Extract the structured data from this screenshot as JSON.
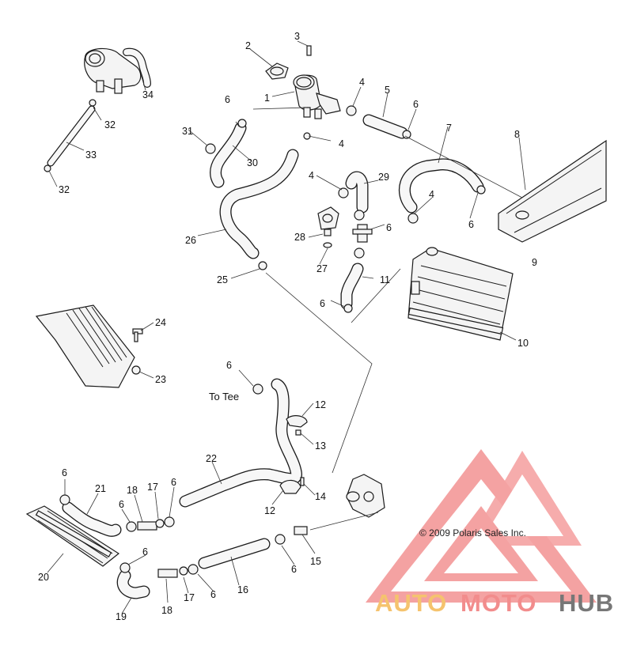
{
  "diagram": {
    "callouts": {
      "c1": "1",
      "c2": "2",
      "c3": "3",
      "c4a": "4",
      "c4b": "4",
      "c4c": "4",
      "c4d": "4",
      "c5": "5",
      "c6a": "6",
      "c6b": "6",
      "c6c": "6",
      "c6d": "6",
      "c6e": "6",
      "c6f": "6",
      "c6g": "6",
      "c6h": "6",
      "c6i": "6",
      "c6j": "6",
      "c6k": "6",
      "c6l": "6",
      "c7": "7",
      "c8": "8",
      "c9": "9",
      "c10": "10",
      "c11": "11",
      "c12a": "12",
      "c12b": "12",
      "c13": "13",
      "c14": "14",
      "c15": "15",
      "c16": "16",
      "c17a": "17",
      "c17b": "17",
      "c18a": "18",
      "c18b": "18",
      "c19": "19",
      "c20": "20",
      "c21": "21",
      "c22": "22",
      "c23": "23",
      "c24": "24",
      "c25": "25",
      "c26": "26",
      "c27": "27",
      "c28": "28",
      "c29": "29",
      "c30": "30",
      "c31": "31",
      "c32a": "32",
      "c32b": "32",
      "c33": "33",
      "c34": "34"
    },
    "note_to_tee": "To Tee",
    "copyright": "© 2009 Polaris Sales Inc."
  },
  "watermark": {
    "brand_auto": "AUTO",
    "brand_moto": "MOTO",
    "brand_hub": "HUB",
    "colors": {
      "triangle": "#f28c8c",
      "auto": "#f5c36e",
      "moto": "#f28c8c",
      "hub": "#777777"
    }
  }
}
